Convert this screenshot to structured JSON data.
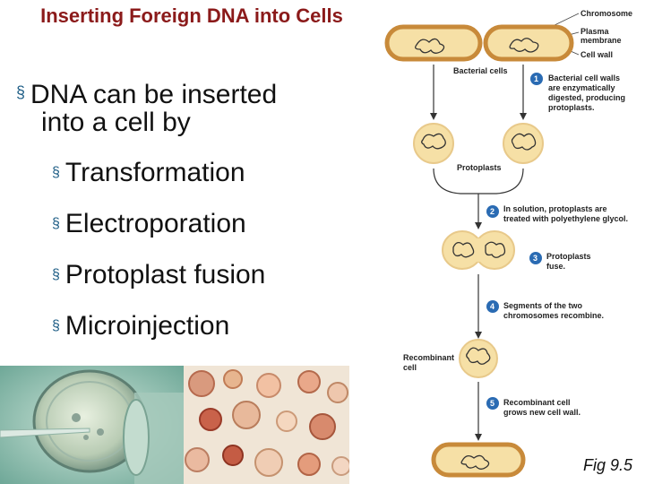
{
  "title": "Inserting Foreign DNA into Cells",
  "bullet_main": {
    "line1": "DNA can be inserted",
    "line2": "into a cell by"
  },
  "methods": [
    "Transformation",
    "Electroporation",
    "Protoplast fusion",
    "Microinjection"
  ],
  "bullet_marker": "§",
  "diagram": {
    "labels": {
      "chromosome": "Chromosome",
      "plasma_membrane_1": "Plasma",
      "plasma_membrane_2": "membrane",
      "cell_wall": "Cell wall",
      "bacterial_cells": "Bacterial cells",
      "protoplasts": "Protoplasts",
      "recombinant_cell_1": "Recombinant",
      "recombinant_cell_2": "cell"
    },
    "steps": [
      {
        "num": "1",
        "lines": [
          "Bacterial cell walls",
          "are enzymatically",
          "digested, producing",
          "protoplasts."
        ]
      },
      {
        "num": "2",
        "lines": [
          "In solution, protoplasts are",
          "treated with polyethylene glycol."
        ]
      },
      {
        "num": "3",
        "lines": [
          "Protoplasts",
          "fuse."
        ]
      },
      {
        "num": "4",
        "lines": [
          "Segments of the two",
          "chromosomes recombine."
        ]
      },
      {
        "num": "5",
        "lines": [
          "Recombinant cell",
          "grows new cell wall."
        ]
      }
    ]
  },
  "figure_label": "Fig 9.5",
  "colors": {
    "title": "#8b1a1a",
    "bullet": "#1f5e86",
    "step_circle": "#2a6bb3",
    "cell_wall": "#c88a3a",
    "cell_fill": "#f6e0a6"
  }
}
